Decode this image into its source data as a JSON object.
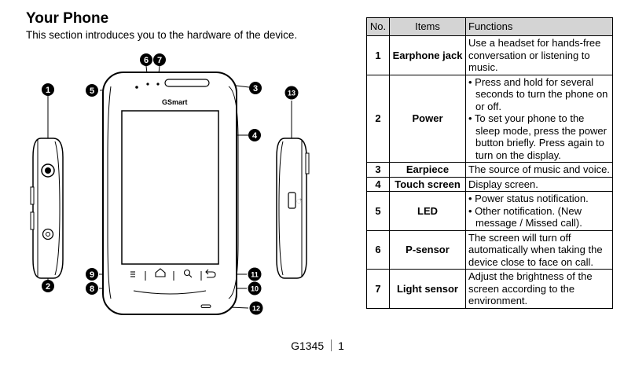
{
  "page": {
    "title": "Your Phone",
    "subtitle": "This section introduces you to the hardware of the device.",
    "footer_model": "G1345",
    "footer_page": "1"
  },
  "device": {
    "brand": "GSmart",
    "callouts": [
      "1",
      "2",
      "3",
      "4",
      "5",
      "6",
      "7",
      "8",
      "9",
      "10",
      "11",
      "12",
      "13"
    ],
    "usb_symbol": "්"
  },
  "table": {
    "headers": [
      "No.",
      "Items",
      "Functions"
    ],
    "rows": [
      {
        "no": "1",
        "item": "Earphone jack",
        "functions": [
          "Use a headset for hands-free conversation or listening to music."
        ],
        "bulleted": false
      },
      {
        "no": "2",
        "item": "Power",
        "functions": [
          "Press and hold for several seconds to turn the phone on or off.",
          "To set your phone to the sleep mode, press the power button briefly. Press again to turn on the display."
        ],
        "bulleted": true
      },
      {
        "no": "3",
        "item": "Earpiece",
        "functions": [
          "The source of music and voice."
        ],
        "bulleted": false
      },
      {
        "no": "4",
        "item": "Touch screen",
        "functions": [
          "Display screen."
        ],
        "bulleted": false
      },
      {
        "no": "5",
        "item": "LED",
        "functions": [
          "Power status notification.",
          "Other notification. (New message / Missed call)."
        ],
        "bulleted": true
      },
      {
        "no": "6",
        "item": "P-sensor",
        "functions": [
          "The screen will turn off automatically when taking the device close to face on call."
        ],
        "bulleted": false
      },
      {
        "no": "7",
        "item": "Light sensor",
        "functions": [
          "Adjust the brightness of the screen according to the environment."
        ],
        "bulleted": false
      }
    ]
  }
}
